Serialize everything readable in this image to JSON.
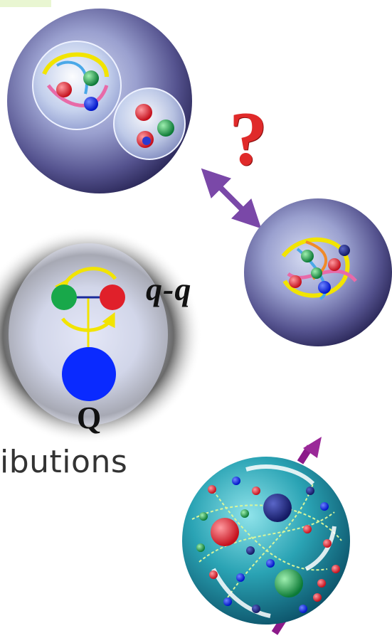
{
  "labels": {
    "diquark": "q-q",
    "heavy_quark": "Q",
    "question_mark": "?",
    "text_fragment": "ibutions"
  },
  "icons": {
    "molecule_sphere": "hadron-molecule-icon",
    "compact_sphere": "compact-multiquark-icon",
    "double_arrow": "double-arrow-icon",
    "heavy_diquark": "heavy-quark-diquark-icon",
    "nucleon_spin": "nucleon-spin-structure-icon"
  },
  "colors": {
    "question": "#e02a2a",
    "arrow": "#7a48a8",
    "quark_red": "#e0202a",
    "quark_green": "#18a84a",
    "quark_blue": "#0a2aff",
    "gluon_yellow": "#f2e400",
    "nucleon_teal": "#1b8fa0"
  }
}
